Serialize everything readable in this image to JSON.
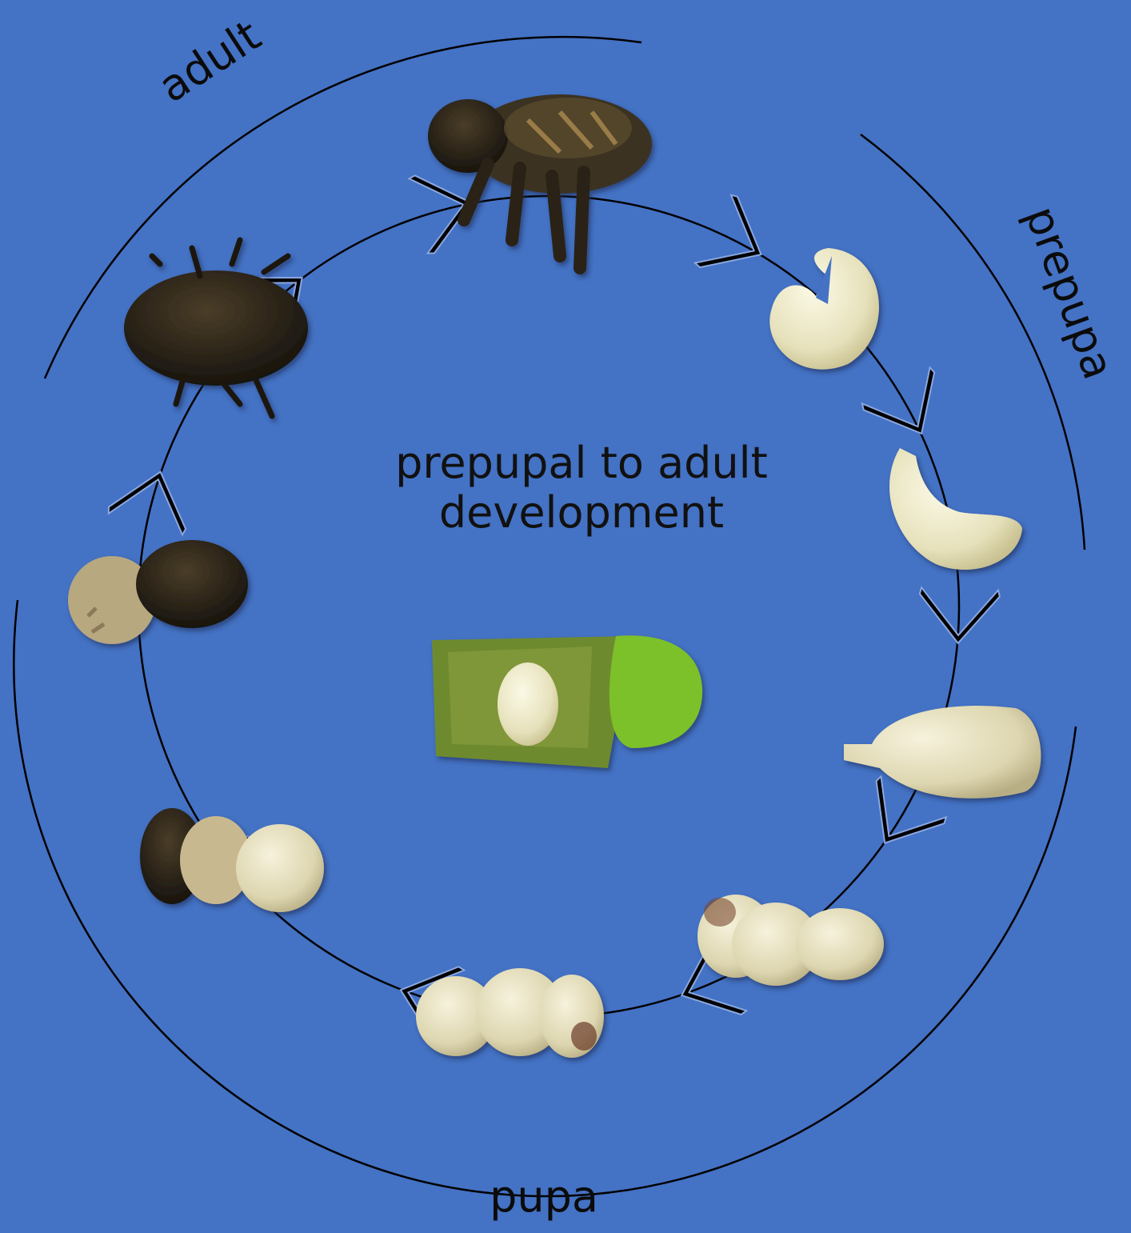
{
  "diagram": {
    "title_line1": "prepupal to adult",
    "title_line2": "development",
    "stage_labels": {
      "adult": "adult",
      "prepupa": "prepupa",
      "pupa": "pupa"
    },
    "cycle_direction": "clockwise",
    "stages": [
      {
        "id": "adult-bee",
        "stage": "adult"
      },
      {
        "id": "prepupa-curled",
        "stage": "prepupa"
      },
      {
        "id": "prepupa-straight",
        "stage": "prepupa"
      },
      {
        "id": "pupa-1",
        "stage": "pupa"
      },
      {
        "id": "pupa-2",
        "stage": "pupa"
      },
      {
        "id": "pupa-3",
        "stage": "pupa"
      },
      {
        "id": "pupa-4",
        "stage": "pupa"
      },
      {
        "id": "pupa-5",
        "stage": "pupa"
      },
      {
        "id": "pupa-6",
        "stage": "pupa"
      },
      {
        "id": "adult-dark",
        "stage": "adult"
      }
    ],
    "center_image": "leaf-cell-with-larva",
    "colors": {
      "background": "#4472c4",
      "lines": "#000000",
      "larva": "#ece8c8",
      "adult": "#2a2418",
      "leaf": "#7bc02a"
    }
  }
}
